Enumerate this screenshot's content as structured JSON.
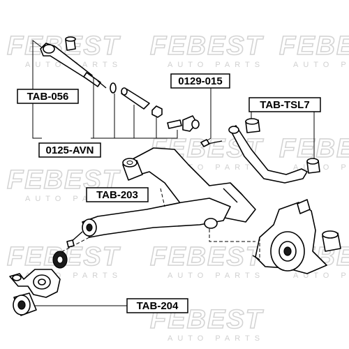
{
  "watermark": {
    "brand": "FEBEST",
    "tagline": "AUTO PARTS"
  },
  "labels": {
    "tab_056": "TAB-056",
    "p0125_avn": "0125-AVN",
    "p0129_015": "0129-015",
    "tab_tsl7": "TAB-TSL7",
    "tab_203": "TAB-203",
    "tab_204": "TAB-204"
  }
}
